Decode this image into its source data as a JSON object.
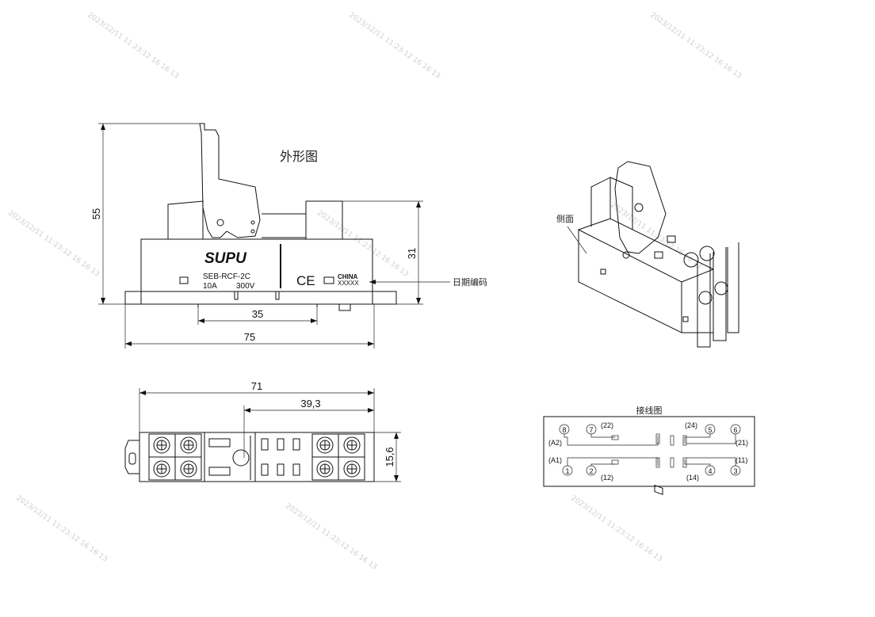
{
  "titles": {
    "outline": "外形图",
    "wiring": "接线图",
    "side": "侧面",
    "date_code": "日期编码"
  },
  "front_view": {
    "brand": "SUPU",
    "model": "SEB-RCF-2C",
    "current": "10A",
    "voltage": "300V",
    "ce_mark": "CE",
    "origin": "CHINA",
    "date_placeholder": "XXXXX",
    "dims": {
      "height_total": "55",
      "height_body": "31",
      "width_inner": "35",
      "width_total": "75"
    }
  },
  "top_view": {
    "dims": {
      "length": "71",
      "offset": "39,3",
      "depth": "15,6"
    }
  },
  "wiring": {
    "terminals": [
      {
        "num": "8",
        "alt": "(A2)"
      },
      {
        "num": "7",
        "alt": "(22)"
      },
      {
        "num": "5",
        "alt": "(24)"
      },
      {
        "num": "6",
        "alt": "(21)"
      },
      {
        "num": "1",
        "alt": "(A1)"
      },
      {
        "num": "2",
        "alt": "(12)"
      },
      {
        "num": "4",
        "alt": "(14)"
      },
      {
        "num": "3",
        "alt": "(11)"
      }
    ]
  },
  "watermark": "2023/12/11 11:23:12 16 16 13"
}
